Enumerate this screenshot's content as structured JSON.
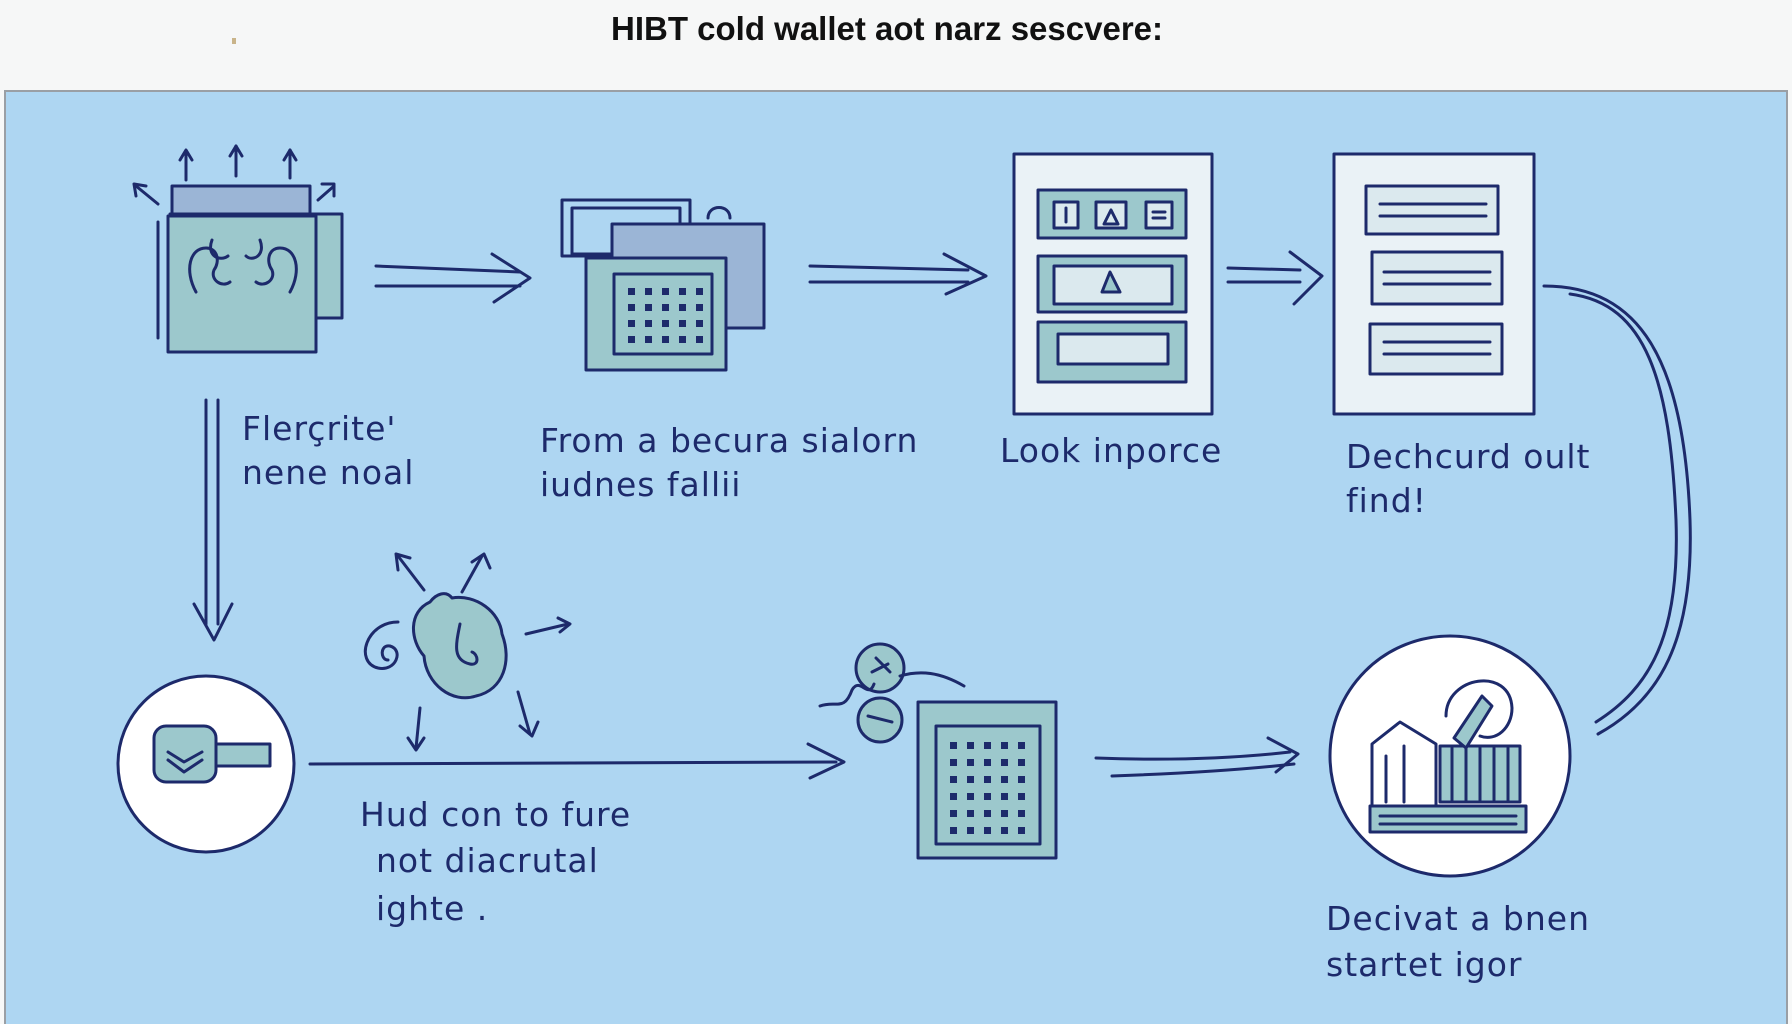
{
  "title": "HIBT cold wallet aot narz sescvere:",
  "colors": {
    "background": "#aed6f2",
    "ink": "#1d2a6b",
    "fill": "#9cc8cc",
    "header": "#f6f7f7"
  },
  "steps": [
    {
      "icon": "box-keys-icon",
      "line1": "Flerçrite'",
      "line2": "nene noal"
    },
    {
      "icon": "stacked-windows-icon",
      "line1": "From a becura sialorn",
      "line2": "iudnes fallii"
    },
    {
      "icon": "control-panel-icon",
      "line1": "Look inporce",
      "line2": ""
    },
    {
      "icon": "document-icon",
      "line1": "Dechcurd oult",
      "line2": "find!"
    },
    {
      "icon": "wallet-card-icon",
      "line1": "",
      "line2": ""
    },
    {
      "icon": "brain-arrows-icon",
      "line1": "Hud con to fure",
      "line2": "not diacrutal",
      "line3": "ighte ."
    },
    {
      "icon": "keypad-icon",
      "line1": "",
      "line2": ""
    },
    {
      "icon": "workstation-icon",
      "line1": "Decivat a bnen",
      "line2": "startet igor"
    }
  ]
}
